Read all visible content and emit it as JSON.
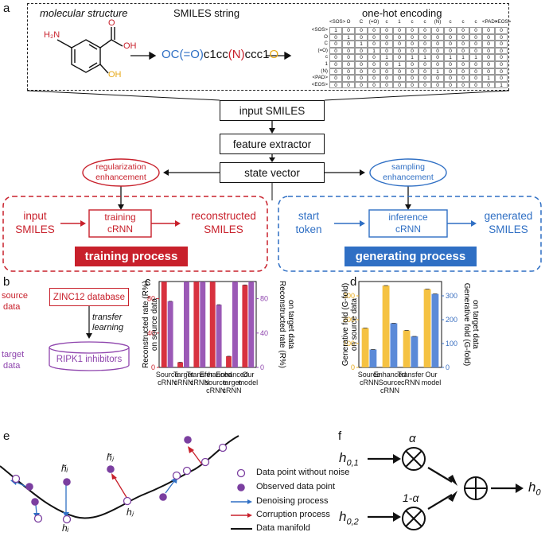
{
  "panel_letters": {
    "a": "a",
    "b": "b",
    "c": "c",
    "d": "d",
    "e": "e",
    "f": "f"
  },
  "panel_a": {
    "molecule_title": "molecular structure",
    "smiles_title": "SMILES string",
    "onehot_title": "one-hot encoding",
    "mol_labels": {
      "nh2": "H₂N",
      "oh": "OH",
      "o": "O",
      "oh2": "OH"
    },
    "smiles_parts": [
      "OC(=O)",
      "c1cc",
      "(N)",
      "ccc1",
      "O"
    ],
    "onehot": {
      "col_headers": [
        "<SOS>",
        "O",
        "C",
        "(=O)",
        "c",
        "1",
        "c",
        "c",
        "(N)",
        "c",
        "c",
        "c",
        "<PAD>",
        "<EOS>"
      ],
      "row_headers": [
        "<SOS>",
        "O",
        "C",
        "(=O)",
        "c",
        "1",
        "(N)",
        "<PAD>",
        "<EOS>"
      ],
      "rows": [
        [
          1,
          0,
          0,
          0,
          0,
          0,
          0,
          0,
          0,
          0,
          0,
          0,
          0,
          0
        ],
        [
          0,
          1,
          0,
          0,
          0,
          0,
          0,
          0,
          0,
          0,
          0,
          0,
          0,
          0
        ],
        [
          0,
          0,
          1,
          0,
          0,
          0,
          0,
          0,
          0,
          0,
          0,
          0,
          0,
          0
        ],
        [
          0,
          0,
          0,
          1,
          0,
          0,
          0,
          0,
          0,
          0,
          0,
          0,
          0,
          0
        ],
        [
          0,
          0,
          0,
          0,
          1,
          0,
          1,
          1,
          0,
          1,
          1,
          1,
          0,
          0
        ],
        [
          0,
          0,
          0,
          0,
          0,
          1,
          0,
          0,
          0,
          0,
          0,
          0,
          0,
          0
        ],
        [
          0,
          0,
          0,
          0,
          0,
          0,
          0,
          0,
          1,
          0,
          0,
          0,
          0,
          0
        ],
        [
          0,
          0,
          0,
          0,
          0,
          0,
          0,
          0,
          0,
          0,
          0,
          0,
          1,
          0
        ],
        [
          0,
          0,
          0,
          0,
          0,
          0,
          0,
          0,
          0,
          0,
          0,
          0,
          0,
          1
        ]
      ]
    },
    "flow": {
      "input": "input SMILES",
      "extractor": "feature extractor",
      "state": "state vector",
      "reg": [
        "regularization",
        "enhancement"
      ],
      "samp": [
        "sampling",
        "enhancement"
      ]
    },
    "training": {
      "in": [
        "input",
        "SMILES"
      ],
      "mid": [
        "training",
        "cRNN"
      ],
      "out": [
        "reconstructed",
        "SMILES"
      ],
      "label": "training process"
    },
    "generating": {
      "in": [
        "start",
        "token"
      ],
      "mid": [
        "inference",
        "cRNN"
      ],
      "out": [
        "generated",
        "SMILES"
      ],
      "label": "generating process"
    }
  },
  "panel_b": {
    "source": [
      "source",
      "data"
    ],
    "target": [
      "target",
      "data"
    ],
    "db": "ZINC12 database",
    "inhib": "RIPK1 inhibitors",
    "transfer": [
      "transfer",
      "learning"
    ]
  },
  "chart_data": [
    {
      "type": "bar",
      "categories": [
        "Source cRNN",
        "Target cRNN",
        "Transfer cRNN",
        "Enhanced source cRNN",
        "Enhanced target cRNN",
        "Our model"
      ],
      "category_lines": [
        [
          "Source",
          "cRNN"
        ],
        [
          "Target",
          "cRNN"
        ],
        [
          "Transfer",
          "cRNN"
        ],
        [
          "Enhanced",
          "source",
          "cRNN"
        ],
        [
          "Enhanced",
          "target",
          "cRNN"
        ],
        [
          "Our",
          "model"
        ]
      ],
      "series": [
        {
          "name": "",
          "axis": "left",
          "color": "#d8323f",
          "values": [
            100,
            6,
            100,
            100,
            13,
            96
          ]
        },
        {
          "name": "",
          "axis": "right",
          "color": "#9b59b6",
          "values": [
            77,
            100,
            100,
            73,
            100,
            100
          ]
        }
      ],
      "ylabel_left": [
        "Reconstructed rate (R%)",
        "on source data"
      ],
      "ylabel_right": [
        "Reconstructed rate (R%)",
        "on target data"
      ],
      "ylim": [
        0,
        100
      ],
      "yticks": [
        "0",
        "40",
        "80"
      ],
      "left_color": "#c8202b",
      "right_color": "#8e44ad"
    },
    {
      "type": "bar",
      "categories": [
        "Source cRNN",
        "Enhanced Source cRNN",
        "Transfer cRNN",
        "Our model"
      ],
      "category_lines": [
        [
          "Source",
          "cRNN"
        ],
        [
          "Enhanced",
          "Source",
          "cRNN"
        ],
        [
          "Transfer",
          "cRNN"
        ],
        [
          "Our",
          "model"
        ]
      ],
      "series": [
        {
          "name": "",
          "axis": "left",
          "color": "#f5c242",
          "values": [
            165,
            343,
            155,
            328
          ]
        },
        {
          "name": "",
          "axis": "right",
          "color": "#5b8ad8",
          "values": [
            75,
            185,
            130,
            308
          ]
        }
      ],
      "ylabel_left": [
        "Generative fold (G-fold)",
        "on source data"
      ],
      "ylabel_right": [
        "Generative fold (G-fold)",
        "on target data"
      ],
      "ylim": [
        0,
        360
      ],
      "yticks": [
        "0",
        "100",
        "200",
        "300"
      ],
      "left_color": "#e6a817",
      "right_color": "#3a6fc0"
    }
  ],
  "panel_e": {
    "labels": {
      "hi_tilde": "h̃ᵢ",
      "hi": "hᵢ",
      "hj_tilde": "h̃ⱼ",
      "hj": "hⱼ"
    },
    "legend": [
      "Data point without noise",
      "Observed data point",
      "Denoising process",
      "Corruption process",
      "Data manifold"
    ]
  },
  "panel_f": {
    "h01": "h",
    "h01_sub": "0,1",
    "h02": "h",
    "h02_sub": "0,2",
    "alpha": "α",
    "one_minus_alpha": "1-α",
    "h0": "h",
    "h0_sub": "0"
  },
  "colors": {
    "red": "#c8202b",
    "blue": "#2f6fc4",
    "purple": "#7b3fa0",
    "yellow": "#f5c242"
  }
}
